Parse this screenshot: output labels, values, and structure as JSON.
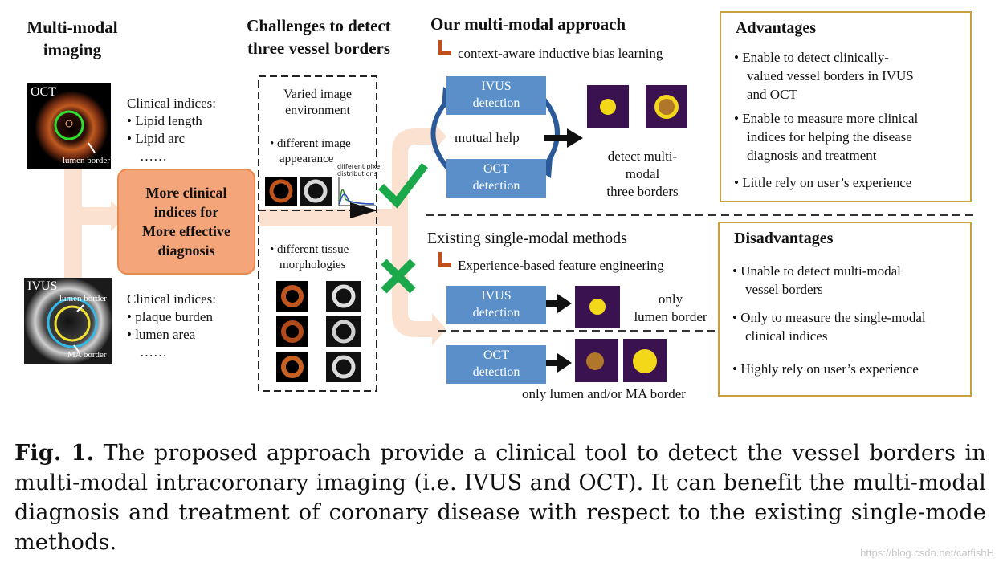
{
  "col1": {
    "title_line1": "Multi-modal",
    "title_line2": "imaging",
    "oct_label": "OCT",
    "oct_lumen_label": "lumen border",
    "oct_indices_title": "Clinical indices:",
    "oct_indices": [
      "• Lipid length",
      "• Lipid arc",
      "……"
    ],
    "ivus_label": "IVUS",
    "ivus_lumen_label": "lumen border",
    "ivus_ma_label": "MA border",
    "ivus_indices_title": "Clinical indices:",
    "ivus_indices": [
      "•  plaque burden",
      "•  lumen area",
      "……"
    ],
    "center_box": [
      "More clinical",
      "indices for",
      "More effective",
      "diagnosis"
    ]
  },
  "col2": {
    "title_line1": "Challenges to detect",
    "title_line2": "three vessel borders",
    "item1_line1": "Varied image",
    "item1_line2": "environment",
    "item2_line1": "• different image",
    "item2_line2": "appearance",
    "pixel_note_line1": "different pixel",
    "pixel_note_line2": "distributions",
    "item3_line1": "• different tissue",
    "item3_line2": "morphologies"
  },
  "approach": {
    "title": "Our multi-modal approach",
    "subtitle": "context-aware inductive bias learning",
    "ivus_box": [
      "IVUS",
      "detection"
    ],
    "oct_box": [
      "OCT",
      "detection"
    ],
    "mutual": "mutual help",
    "detect": [
      "detect multi-",
      "modal",
      "three borders"
    ]
  },
  "existing": {
    "title": "Existing single-modal methods",
    "subtitle": "Experience-based feature engineering",
    "ivus_box": [
      "IVUS",
      "detection"
    ],
    "ivus_result": [
      "only",
      "lumen border"
    ],
    "oct_box": [
      "OCT",
      "detection"
    ],
    "oct_result": "only lumen and/or MA border"
  },
  "advantages": {
    "title": "Advantages",
    "items": [
      [
        "•  Enable to detect clinically-",
        "valued vessel borders in IVUS",
        "and OCT"
      ],
      [
        "•  Enable to measure more clinical",
        "indices for helping the disease",
        "diagnosis and treatment"
      ],
      [
        "•  Little rely on user’s experience"
      ]
    ]
  },
  "disadvantages": {
    "title": "Disadvantages",
    "items": [
      [
        "•  Unable to detect multi-modal",
        "vessel borders"
      ],
      [
        "•  Only to measure the single-modal",
        "clinical indices"
      ],
      [
        "•  Highly rely on user’s experience"
      ]
    ]
  },
  "caption": {
    "label": "Fig. 1.",
    "text": " The proposed approach provide a clinical tool to detect the vessel borders in multi-modal intracoronary imaging (i.e. IVUS and OCT). It can benefit the multi-modal diagnosis and treatment of coronary disease with respect to the existing single-mode methods."
  },
  "watermark": "https://blog.csdn.net/catfishH",
  "colors": {
    "blue_box": "#5b8fc9",
    "orange_box": "#f4a57a",
    "peach_arrow": "#fbe1cf",
    "gold_border": "#c8a040",
    "green_check": "#1aa84a",
    "segment_bg": "#3a1250",
    "segment_yellow": "#f3d81a",
    "segment_brown": "#b0762a"
  }
}
